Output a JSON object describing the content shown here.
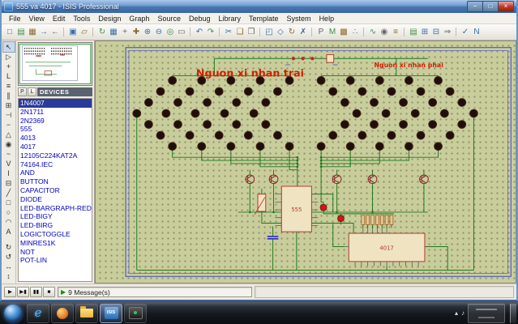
{
  "window": {
    "title": "555 va 4017 - ISIS Professional",
    "controls": [
      {
        "name": "minimize-button",
        "g": "−"
      },
      {
        "name": "maximize-button",
        "g": "□"
      },
      {
        "name": "close-button",
        "g": "×"
      }
    ]
  },
  "menu": {
    "items": [
      "File",
      "View",
      "Edit",
      "Tools",
      "Design",
      "Graph",
      "Source",
      "Debug",
      "Library",
      "Template",
      "System",
      "Help"
    ]
  },
  "toolbar": {
    "icons": [
      {
        "name": "new-design-icon",
        "g": "□"
      },
      {
        "name": "open-design-icon",
        "g": "▤"
      },
      {
        "name": "save-design-icon",
        "g": "▦"
      },
      {
        "name": "import-section-icon",
        "g": "→"
      },
      {
        "name": "export-section-icon",
        "g": "←"
      },
      {
        "name": "print-design-icon",
        "g": "▣",
        "sep": true
      },
      {
        "name": "mark-output-area-icon",
        "g": "▱"
      },
      {
        "name": "redraw-icon",
        "g": "↻",
        "sep": true
      },
      {
        "name": "toggle-grid-icon",
        "g": "▦"
      },
      {
        "name": "false-origin-icon",
        "g": "+"
      },
      {
        "name": "pan-center-icon",
        "g": "✚"
      },
      {
        "name": "zoom-in-icon",
        "g": "⊕"
      },
      {
        "name": "zoom-out-icon",
        "g": "⊖"
      },
      {
        "name": "zoom-all-icon",
        "g": "◎"
      },
      {
        "name": "zoom-area-icon",
        "g": "▭"
      },
      {
        "name": "undo-icon",
        "g": "↶",
        "sep": true
      },
      {
        "name": "redo-icon",
        "g": "↷"
      },
      {
        "name": "cut-icon",
        "g": "✂",
        "sep": true
      },
      {
        "name": "copy-icon",
        "g": "❏"
      },
      {
        "name": "paste-icon",
        "g": "❒"
      },
      {
        "name": "block-copy-icon",
        "g": "◰",
        "sep": true
      },
      {
        "name": "block-move-icon",
        "g": "◇"
      },
      {
        "name": "block-rotate-icon",
        "g": "↻"
      },
      {
        "name": "block-delete-icon",
        "g": "✗"
      },
      {
        "name": "pick-parts-icon",
        "g": "P",
        "sep": true
      },
      {
        "name": "make-device-icon",
        "g": "M"
      },
      {
        "name": "packaging-tool-icon",
        "g": "▩"
      },
      {
        "name": "decompose-icon",
        "g": "∴"
      },
      {
        "name": "wire-autorouter-icon",
        "g": "∿",
        "sep": true
      },
      {
        "name": "search-tag-icon",
        "g": "◉"
      },
      {
        "name": "property-assignment-icon",
        "g": "≡"
      },
      {
        "name": "design-explorer-icon",
        "g": "▤",
        "sep": true
      },
      {
        "name": "new-sheet-icon",
        "g": "⊞"
      },
      {
        "name": "remove-sheet-icon",
        "g": "⊟"
      },
      {
        "name": "goto-sheet-icon",
        "g": "⇒"
      },
      {
        "name": "electrical-rule-check-icon",
        "g": "✓",
        "sep": true
      },
      {
        "name": "netlist-compiler-icon",
        "g": "N"
      }
    ]
  },
  "side_toolbar": {
    "icons": [
      {
        "name": "selection-pointer-icon",
        "g": "↖"
      },
      {
        "name": "component-mode-icon",
        "g": "▷"
      },
      {
        "name": "junction-dot-icon",
        "g": "+"
      },
      {
        "name": "wire-label-icon",
        "g": "L"
      },
      {
        "name": "text-script-icon",
        "g": "≡"
      },
      {
        "name": "bus-mode-icon",
        "g": "∥"
      },
      {
        "name": "subcircuit-icon",
        "g": "⊞"
      },
      {
        "name": "terminal-mode-icon",
        "g": "⊣"
      },
      {
        "name": "device-pin-icon",
        "g": "−"
      },
      {
        "name": "graph-mode-icon",
        "g": "△"
      },
      {
        "name": "tape-recorder-icon",
        "g": "◉"
      },
      {
        "name": "generator-mode-icon",
        "g": "~"
      },
      {
        "name": "voltage-probe-icon",
        "g": "V"
      },
      {
        "name": "current-probe-icon",
        "g": "I"
      },
      {
        "name": "virtual-instrument-icon",
        "g": "⊟"
      },
      {
        "name": "2d-line-icon",
        "g": "╱"
      },
      {
        "name": "2d-box-icon",
        "g": "□"
      },
      {
        "name": "2d-circle-icon",
        "g": "○"
      },
      {
        "name": "2d-arc-icon",
        "g": "◠"
      },
      {
        "name": "2d-text-icon",
        "g": "A"
      }
    ],
    "rotate_icons": [
      {
        "name": "rotate-clockwise-icon",
        "g": "↻"
      },
      {
        "name": "rotate-anticlockwise-icon",
        "g": "↺"
      },
      {
        "name": "mirror-horizontal-icon",
        "g": "↔"
      },
      {
        "name": "mirror-vertical-icon",
        "g": "↕"
      }
    ]
  },
  "devices_panel": {
    "p_button": "P",
    "l_button": "L",
    "header": "DEVICES",
    "items": [
      "1N4007",
      "2N1711",
      "2N2369",
      "555",
      "4013",
      "4017",
      "12105C224KAT2A",
      "74164.IEC",
      "AND",
      "BUTTON",
      "CAPACITOR",
      "DIODE",
      "LED-BARGRAPH-RED",
      "LED-BIGY",
      "LED-BIRG",
      "LOGICTOGGLE",
      "MINRES1K",
      "NOT",
      "POT-LIN"
    ],
    "selected": "1N4007"
  },
  "schematic": {
    "label_left": "Nguon xi nhan trai",
    "label_right": "Nguon xi nhan phai",
    "chip1": "555",
    "chip2": "4017"
  },
  "playback": {
    "buttons": [
      {
        "name": "play-button",
        "g": "▶"
      },
      {
        "name": "step-button",
        "g": "▶▮"
      },
      {
        "name": "pause-button",
        "g": "▮▮"
      },
      {
        "name": "stop-button",
        "g": "■"
      }
    ]
  },
  "statusbar": {
    "message": "9 Message(s)"
  },
  "taskbar": {
    "isis_label": "ISIS"
  },
  "colors": {
    "titlebar_blue": "#4a7ab5",
    "canvas_background": "#c9cd9c",
    "wire_green": "#1d7a1d",
    "led_dark": "#1e0f0a",
    "label_red": "#cc2200",
    "selection_blue": "#2a3a9a",
    "sheet_border_blue": "#3b43c8"
  }
}
